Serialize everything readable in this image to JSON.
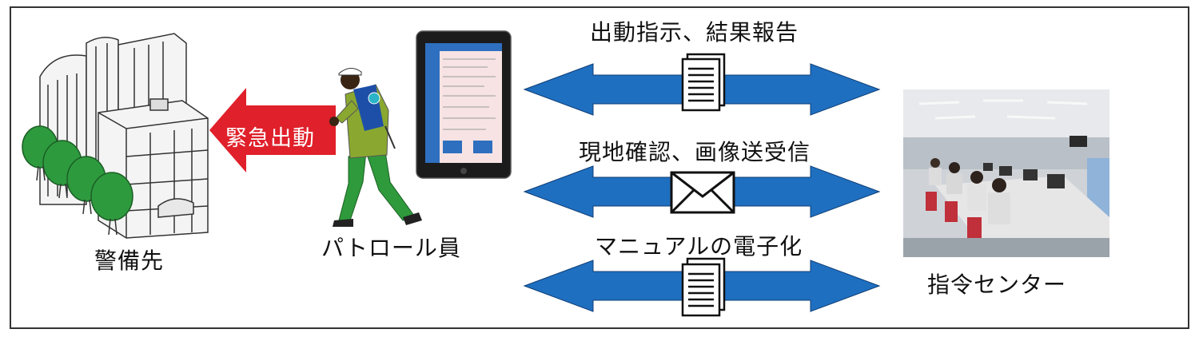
{
  "labels": {
    "site": "警備先",
    "patrol": "パトロール員",
    "center": "指令センター",
    "emergency": "緊急出動"
  },
  "flows": [
    {
      "label": "出動指示、結果報告",
      "icon": "document-stack-icon"
    },
    {
      "label": "現地確認、画像送受信",
      "icon": "envelope-icon"
    },
    {
      "label": "マニュアルの電子化",
      "icon": "document-stack-icon"
    }
  ],
  "colors": {
    "emergency_arrow": "#e0202a",
    "flow_arrow": "#1f6fc0",
    "tree": "#2e9a3e",
    "patrol_pants": "#2f9a3c",
    "patrol_shirt": "#8aa830",
    "patrol_vest": "#1e4fa8"
  }
}
